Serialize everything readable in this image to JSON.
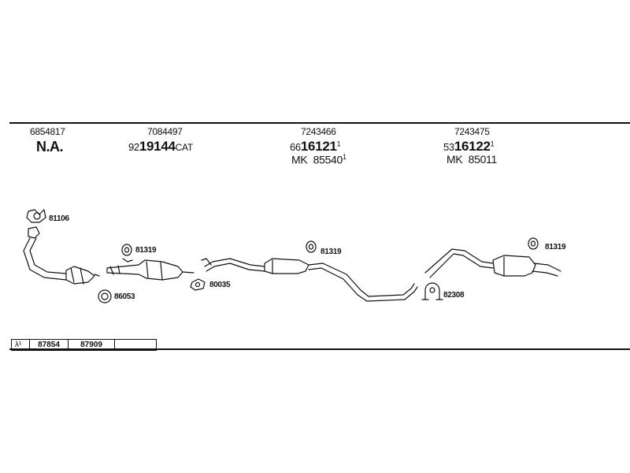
{
  "columns": [
    {
      "oe": "6854817",
      "big": "N.A."
    },
    {
      "oe": "7084497",
      "pre": "92",
      "main": "19144",
      "suf": "CAT"
    },
    {
      "oe": "7243466",
      "pre": "66",
      "main": "16121",
      "sup": "1",
      "mk_label": "MK",
      "mk_num": "85540",
      "mk_sup": "1"
    },
    {
      "oe": "7243475",
      "pre": "53",
      "main": "16122",
      "sup": "1",
      "mk_label": "MK",
      "mk_num": "85011"
    }
  ],
  "parts": {
    "p81106": "81106",
    "p86053": "86053",
    "p81319a": "81319",
    "p80035": "80035",
    "p81319b": "81319",
    "p82308": "82308",
    "p81319c": "81319"
  },
  "legend": {
    "symbol": "λ¹",
    "a": "87854",
    "b": "87909",
    "c": ""
  }
}
